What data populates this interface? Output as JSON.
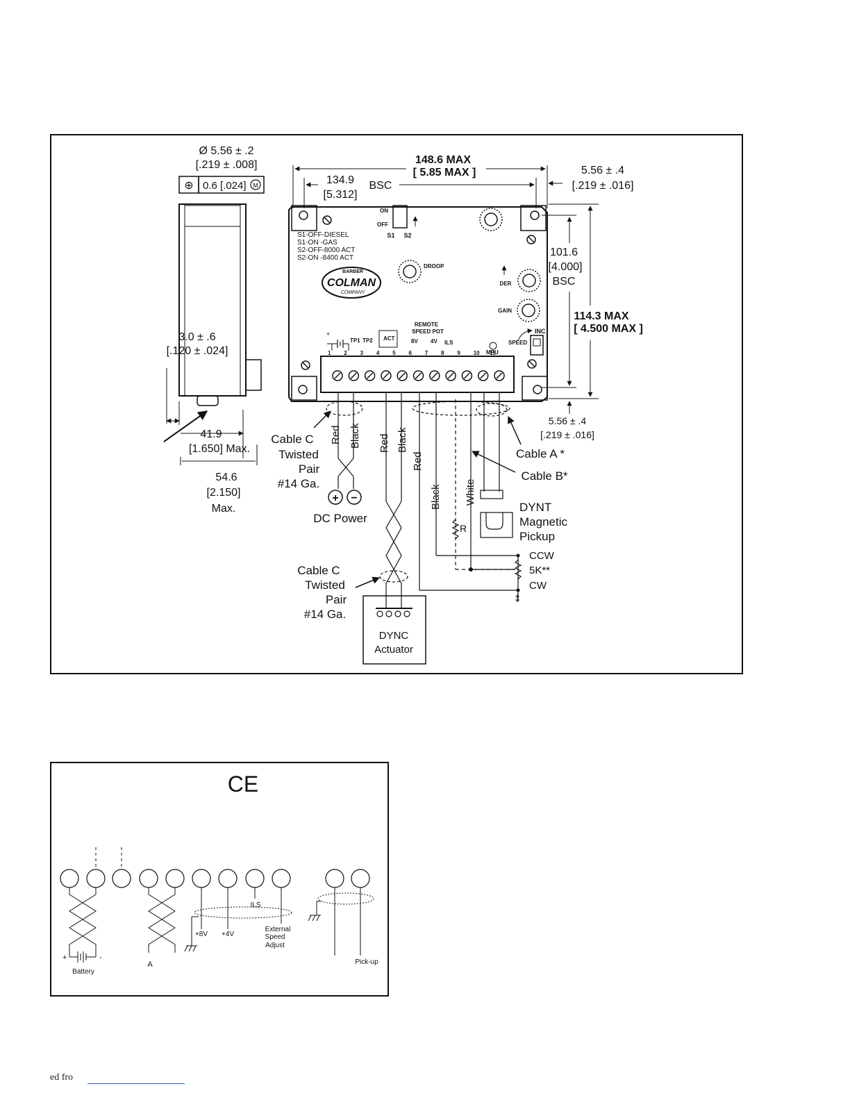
{
  "main_diagram": {
    "bolt_hole_dia": "Ø 5.56 ± .2",
    "bolt_hole_dia_in": "[.219 ± .008]",
    "position_tol": "0.6 [.024]",
    "position_tol_symbol": "⊕",
    "mmc_symbol": "M",
    "overall_width": "148.6 MAX",
    "overall_width_in": "[ 5.85 MAX ]",
    "hole_spacing_x": "134.9",
    "hole_spacing_x_in": "[5.312]",
    "bsc_label": "BSC",
    "edge_offset_top": "5.56 ± .4",
    "edge_offset_top_in": "[.219 ± .016]",
    "hole_spacing_y": "101.6",
    "hole_spacing_y_in": "[4.000]",
    "bsc_label_y": "BSC",
    "overall_height": "114.3 MAX",
    "overall_height_in": "[ 4.500 MAX ]",
    "edge_offset_bottom": "5.56 ± .4",
    "edge_offset_bottom_in": "[.219 ± .016]",
    "side_thickness": "3.0 ± .6",
    "side_thickness_in": "[.120 ± .024]",
    "side_depth": "41.9",
    "side_depth_in": "[1.650] Max.",
    "side_total": "54.6",
    "side_total_in": "[2.150]",
    "side_total_max": "Max.",
    "switch_on": "ON",
    "switch_off": "OFF",
    "switch_s1": "S1",
    "switch_s2": "S2",
    "switch_notes": [
      "S1-OFF-DIESEL",
      "S1-ON -GAS",
      "S2-OFF-8000 ACT",
      "S2-ON -8400 ACT"
    ],
    "logo_top": "BARBER",
    "logo_main": "COLMAN",
    "logo_bottom": "COMPANY",
    "pot_droop": "DROOP",
    "pot_der": "DER",
    "pot_gain": "GAIN",
    "pot_speed": "SPEED",
    "pot_inc": "INC",
    "terminal_numbers": [
      "1",
      "2",
      "3",
      "4",
      "5",
      "6",
      "7",
      "8",
      "9",
      "10",
      "11"
    ],
    "term_tp1": "TP1",
    "term_tp2": "TP2",
    "term_act": "ACT",
    "term_remote": "REMOTE",
    "term_speed_pot": "SPEED POT",
    "term_8v": "8V",
    "term_4v": "4V",
    "term_ils": "ILS",
    "term_mpu": "MPU",
    "cable_c_1": "Cable C",
    "cable_c_2": "Twisted",
    "cable_c_3": "Pair",
    "cable_c_4": "#14 Ga.",
    "wire_red": "Red",
    "wire_black": "Black",
    "wire_white": "White",
    "dc_power": "DC Power",
    "cable_a": "Cable A *",
    "cable_b": "Cable B*",
    "dynt_1": "DYNT",
    "dynt_2": "Magnetic",
    "dynt_3": "Pickup",
    "resistor": "R",
    "pot_ccw": "CCW",
    "pot_5k": "5K**",
    "pot_cw": "CW",
    "dagger": "‡",
    "dync_1": "DYNC",
    "dync_2": "Actuator"
  },
  "ce_diagram": {
    "ce_mark": "CE",
    "ils": "ILS",
    "plus8v": "+8V",
    "plus4v": "+4V",
    "ext_1": "External",
    "ext_2": "Speed",
    "ext_3": "Adjust",
    "battery": "Battery",
    "plus": "+",
    "minus": "-",
    "a_label": "A",
    "pickup": "Pick-up"
  },
  "footer": {
    "text": "ed fro"
  }
}
